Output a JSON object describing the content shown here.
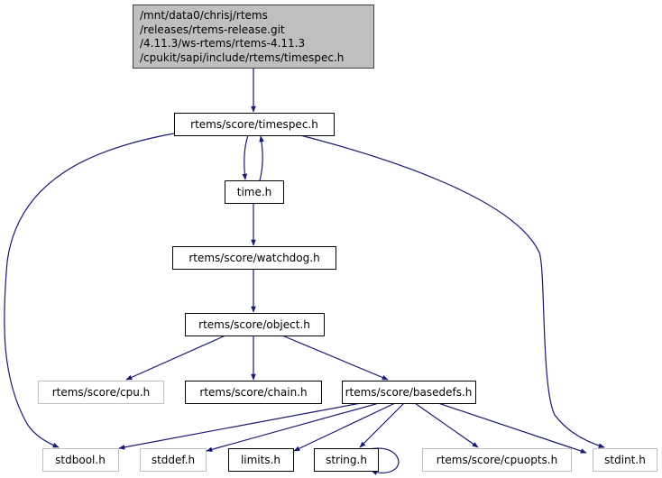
{
  "diagram": {
    "type": "include-dependency-graph",
    "colors": {
      "edge": "#191970",
      "root_fill": "#bfbfbf",
      "root_border": "#404040",
      "node_border": "#000000",
      "external_border": "#bfbfbf",
      "node_fill": "#ffffff"
    },
    "nodes": [
      {
        "id": "root",
        "lines": [
          "/mnt/data0/chrisj/rtems",
          "/releases/rtems-release.git",
          "/4.11.3/ws-rtems/rtems-4.11.3",
          "/cpukit/sapi/include/rtems/timespec.h"
        ],
        "kind": "root"
      },
      {
        "id": "score_timespec",
        "lines": [
          "rtems/score/timespec.h"
        ],
        "kind": "documented"
      },
      {
        "id": "time",
        "lines": [
          "time.h"
        ],
        "kind": "documented"
      },
      {
        "id": "watchdog",
        "lines": [
          "rtems/score/watchdog.h"
        ],
        "kind": "documented"
      },
      {
        "id": "object",
        "lines": [
          "rtems/score/object.h"
        ],
        "kind": "documented"
      },
      {
        "id": "cpu",
        "lines": [
          "rtems/score/cpu.h"
        ],
        "kind": "external"
      },
      {
        "id": "chain",
        "lines": [
          "rtems/score/chain.h"
        ],
        "kind": "documented"
      },
      {
        "id": "basedefs",
        "lines": [
          "rtems/score/basedefs.h"
        ],
        "kind": "documented"
      },
      {
        "id": "stdbool",
        "lines": [
          "stdbool.h"
        ],
        "kind": "external"
      },
      {
        "id": "stddef",
        "lines": [
          "stddef.h"
        ],
        "kind": "external"
      },
      {
        "id": "limits",
        "lines": [
          "limits.h"
        ],
        "kind": "documented"
      },
      {
        "id": "string",
        "lines": [
          "string.h"
        ],
        "kind": "documented"
      },
      {
        "id": "cpuopts",
        "lines": [
          "rtems/score/cpuopts.h"
        ],
        "kind": "external"
      },
      {
        "id": "stdint",
        "lines": [
          "stdint.h"
        ],
        "kind": "external"
      }
    ],
    "edges": [
      {
        "from": "root",
        "to": "score_timespec"
      },
      {
        "from": "score_timespec",
        "to": "time"
      },
      {
        "from": "time",
        "to": "score_timespec"
      },
      {
        "from": "score_timespec",
        "to": "stdbool"
      },
      {
        "from": "score_timespec",
        "to": "stdint"
      },
      {
        "from": "time",
        "to": "watchdog"
      },
      {
        "from": "watchdog",
        "to": "object"
      },
      {
        "from": "object",
        "to": "cpu"
      },
      {
        "from": "object",
        "to": "chain"
      },
      {
        "from": "object",
        "to": "basedefs"
      },
      {
        "from": "basedefs",
        "to": "stdbool"
      },
      {
        "from": "basedefs",
        "to": "stddef"
      },
      {
        "from": "basedefs",
        "to": "limits"
      },
      {
        "from": "basedefs",
        "to": "string"
      },
      {
        "from": "basedefs",
        "to": "cpuopts"
      },
      {
        "from": "basedefs",
        "to": "stdint"
      },
      {
        "from": "string",
        "to": "string"
      }
    ]
  }
}
